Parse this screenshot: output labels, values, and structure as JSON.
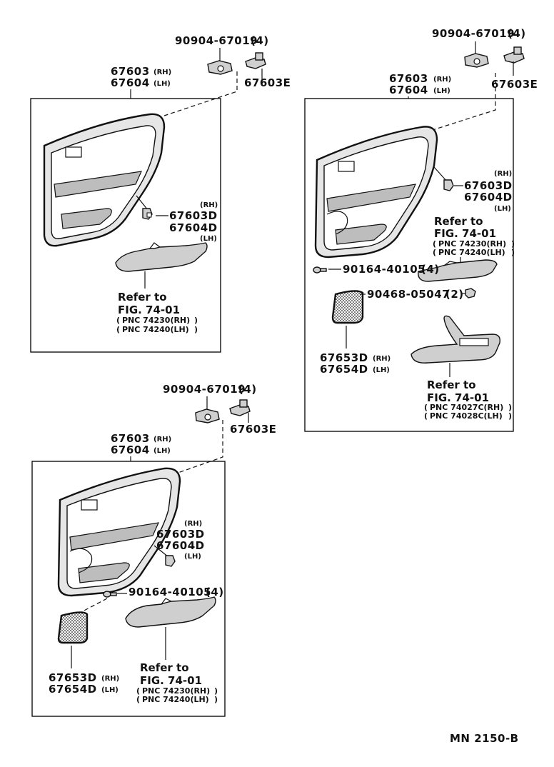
{
  "parts": {
    "clip": "90904-67019",
    "clip_qty": "(4)",
    "clip_pin": "67603E",
    "panel_rh": "67603",
    "panel_lh": "67604",
    "rh": "(RH)",
    "lh": "(LH)",
    "panel_clip_rh": "67603D",
    "panel_clip_lh": "67604D",
    "screw": "90164-40105",
    "screw_qty": "(4)",
    "nut": "90468-05047",
    "nut_qty": "(2)",
    "grille_rh": "67653D",
    "grille_lh": "67654D"
  },
  "refs": {
    "refer_to": "Refer to",
    "fig": "FIG. 74-01",
    "armrest_rh": "PNC 74230(RH)",
    "armrest_lh": "PNC 74240(LH)",
    "handle_rh": "PNC 74027C(RH)",
    "handle_lh": "PNC 74028C(LH)"
  },
  "footer": {
    "code": "MN  2150-B"
  }
}
